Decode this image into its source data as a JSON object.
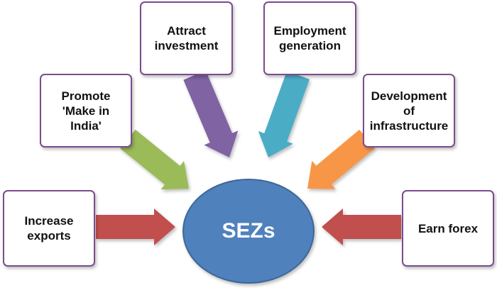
{
  "center": {
    "label": "SEZs",
    "fill": "#4f81bd",
    "stroke": "#3d6796"
  },
  "nodes": [
    {
      "id": "increase-exports",
      "label": "Increase\nexports",
      "arrow_color": "#c0504d"
    },
    {
      "id": "promote-make-in-india",
      "label": "Promote\n'Make in\nIndia'",
      "arrow_color": "#9bbb59"
    },
    {
      "id": "attract-investment",
      "label": "Attract\ninvestment",
      "arrow_color": "#8064a2"
    },
    {
      "id": "employment-generation",
      "label": "Employment\ngeneration",
      "arrow_color": "#4bacc6"
    },
    {
      "id": "development-of-infrastructure",
      "label": "Development\nof\ninfrastructure",
      "arrow_color": "#f79646"
    },
    {
      "id": "earn-forex",
      "label": "Earn forex",
      "arrow_color": "#c0504d"
    }
  ],
  "box_border_color": "#7b4b8f"
}
